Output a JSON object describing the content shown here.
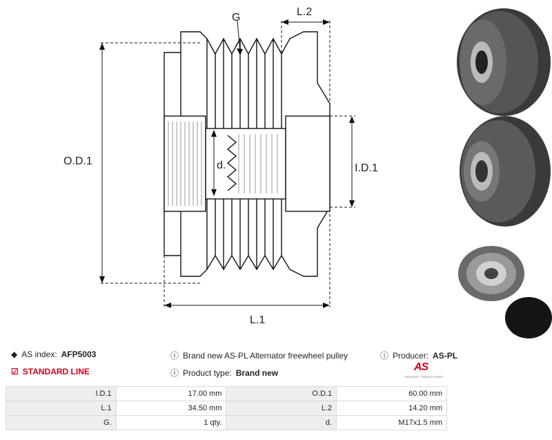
{
  "drawing": {
    "labels": {
      "g": "G",
      "l2": "L.2",
      "od1": "O.D.1",
      "id1": "I.D.1",
      "d": "d.",
      "l1": "L.1"
    }
  },
  "info": {
    "as_index_label": "AS index:",
    "as_index_value": "AFP5003",
    "description": "Brand new AS-PL Alternator freewheel pulley",
    "producer_label": "Producer:",
    "producer_value": "AS-PL",
    "standard_line": "STANDARD LINE",
    "product_type_label": "Product type:",
    "product_type_value": "Brand new",
    "logo_text": "AS",
    "logo_subtext": "Alternators, Starters & Parts"
  },
  "specs": [
    {
      "label": "I.D.1",
      "value": "17.00 mm",
      "label2": "O.D.1",
      "value2": "60.00 mm"
    },
    {
      "label": "L.1",
      "value": "34.50 mm",
      "label2": "L.2",
      "value2": "14.20 mm"
    },
    {
      "label": "G.",
      "value": "1 qty.",
      "label2": "d.",
      "value2": "M17x1.5 mm"
    }
  ],
  "colors": {
    "accent": "#d0021b",
    "table_label_bg": "#eeeeee",
    "table_border": "#d9d9d9"
  }
}
